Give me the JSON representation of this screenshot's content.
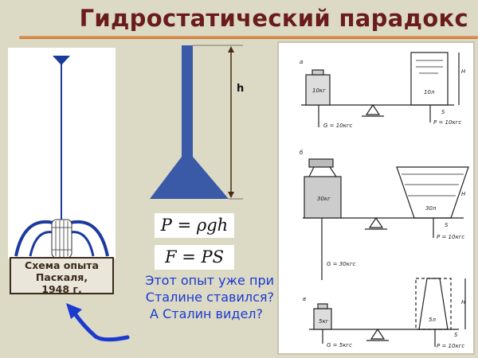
{
  "title": "Гидростатический парадокс",
  "caption": {
    "line1": "Схема опыта",
    "line2": "Паскаля,",
    "line3": "1948 г."
  },
  "vessel": {
    "height_label": "h"
  },
  "formulas": [
    "P = ρgh",
    "F = PS"
  ],
  "question": {
    "line1": "Этот опыт уже при",
    "line2": "Сталине ставился?",
    "line3": "А Сталин видел?"
  },
  "diagram": {
    "a": {
      "letter": "а",
      "weight": "10кг",
      "volume": "10л",
      "G": "G = 10кгс",
      "P": "P = 10кгс",
      "H": "H",
      "S": "S"
    },
    "b": {
      "letter": "б",
      "weight": "30кг",
      "volume": "30л",
      "G": "G = 30кгс",
      "P": "P = 10кгс",
      "H": "H",
      "S": "S"
    },
    "c": {
      "letter": "в",
      "weight": "5кг",
      "volume": "5л",
      "G": "G = 5кгс",
      "P": "P = 10кгс",
      "H": "H",
      "S": "S"
    }
  },
  "colors": {
    "title": "#6a1c1c",
    "blue": "#2a4aa8",
    "question": "#1a3ad0"
  }
}
